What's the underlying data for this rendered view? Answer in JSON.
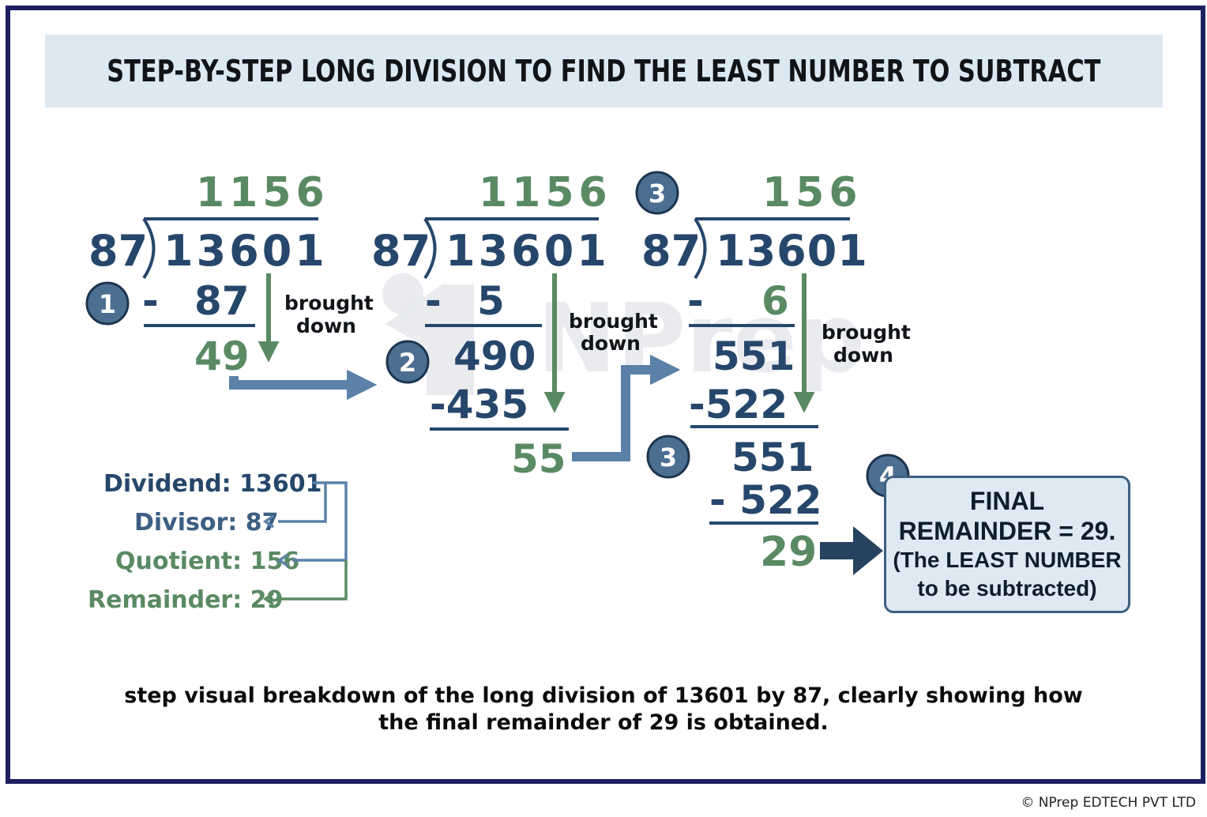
{
  "header": {
    "title": "STEP-BY-STEP LONG DIVISION TO FIND THE LEAST NUMBER TO SUBTRACT"
  },
  "watermark": "NPrep",
  "panel1": {
    "quotient": "1156",
    "divisor": "87",
    "dividend": "13601",
    "minus": "-",
    "subtract": "87",
    "remainder": "49",
    "note_line1": "brought",
    "note_line2": "down",
    "step": "1"
  },
  "panel2": {
    "quotient": "1156",
    "divisor": "87",
    "dividend": "13601",
    "minus": "-",
    "subtract": "5",
    "value": "490",
    "subtract2": "-435",
    "remainder": "55",
    "note_line1": "brought",
    "note_line2": "down",
    "step": "2"
  },
  "panel3": {
    "quotient": "156",
    "divisor": "87",
    "dividend": "13601",
    "minus": "-",
    "subtract": "6",
    "value": "551",
    "subtract2": "-522",
    "value2": "551",
    "subtract3": "- 522",
    "remainder": "29",
    "note_line1": "brought",
    "note_line2": "down",
    "step_top": "3",
    "step_mid": "3"
  },
  "summary": {
    "dividend": "Dividend:  13601",
    "divisor": "Divisor: 87",
    "quotient": "Quotient: 156",
    "remainder": "Remainder: 29"
  },
  "final": {
    "step": "4",
    "line1": "FINAL",
    "line2": "REMAINDER = 29.",
    "line3": "(The LEAST NUMBER",
    "line4": "to be subtracted)"
  },
  "caption": {
    "line1": "step visual breakdown of the long division of 13601 by 87, clearly showing how",
    "line2": "the final remainder of 29 is obtained."
  },
  "copyright": "© NPrep EDTECH PVT LTD",
  "colors": {
    "navy": "#26476b",
    "green": "#5a8a64",
    "arrow_blue": "#5b81a8",
    "frame": "#1c2060",
    "header_bg": "#dce8f2"
  }
}
